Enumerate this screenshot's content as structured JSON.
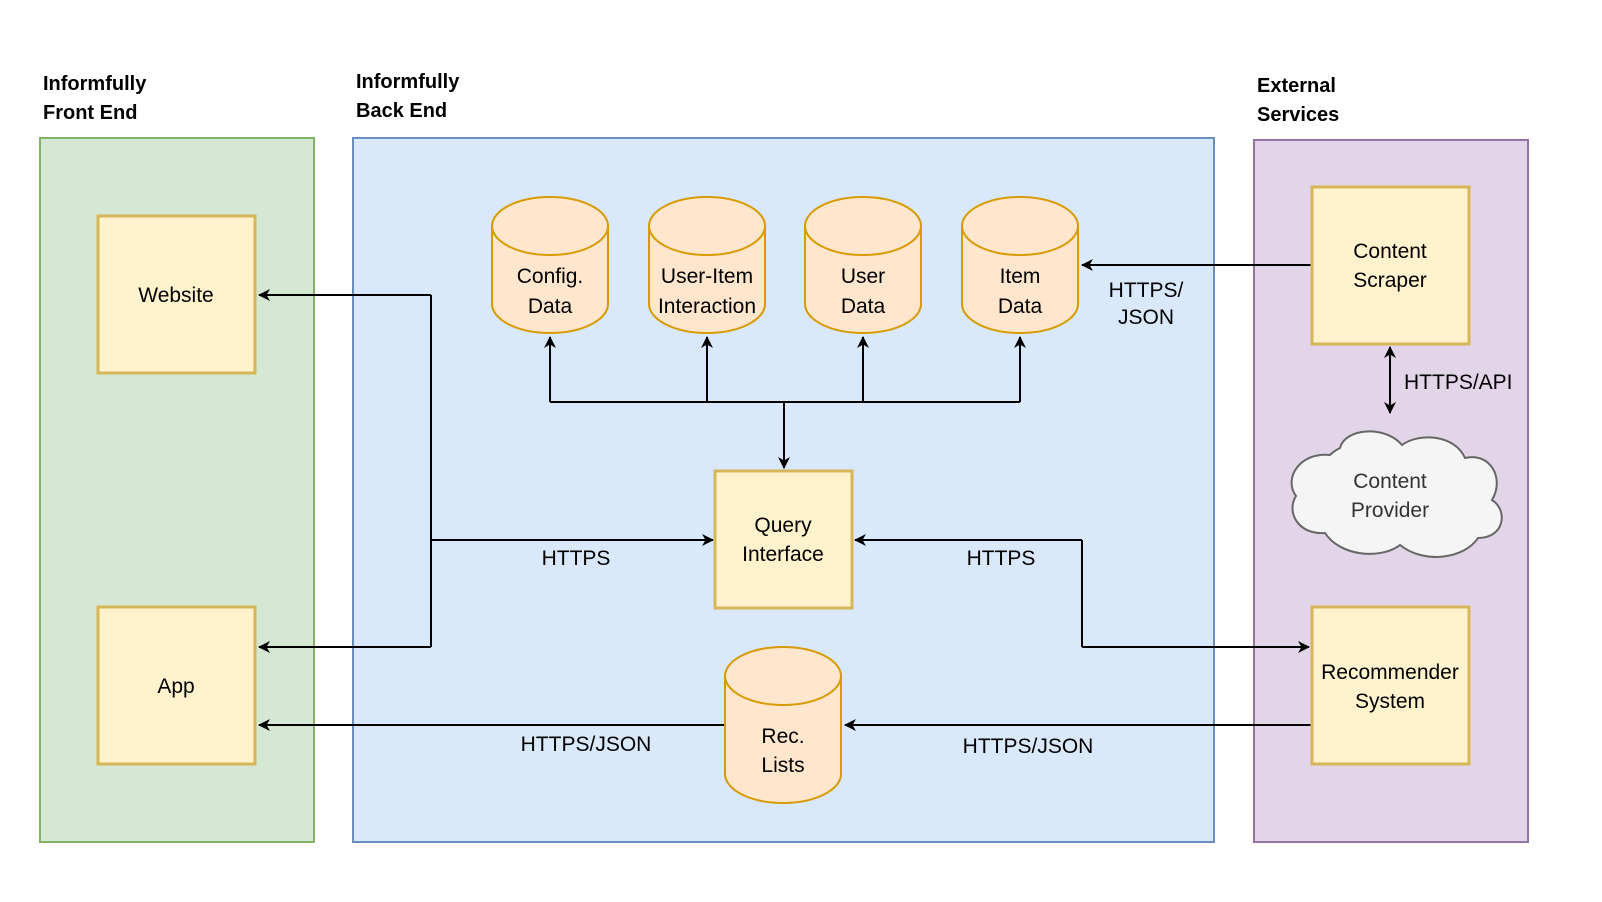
{
  "colors": {
    "frontend_fill": "#d5e8d4",
    "frontend_stroke": "#82b366",
    "backend_fill": "#dae8fc",
    "backend_stroke": "#6c8ebf",
    "external_fill": "#e1d5e7",
    "external_stroke": "#9673a6",
    "box_fill": "#fff2cc",
    "box_stroke": "#d6b656",
    "db_fill": "#ffe6cc",
    "db_stroke": "#d79b00",
    "cloud_fill": "#f5f5f5",
    "cloud_stroke": "#666666"
  },
  "sections": {
    "frontend": {
      "title_line1": "Informfully",
      "title_line2": "Front End"
    },
    "backend": {
      "title_line1": "Informfully",
      "title_line2": "Back End"
    },
    "external": {
      "title_line1": "External",
      "title_line2": "Services"
    }
  },
  "nodes": {
    "website": {
      "label": "Website"
    },
    "app": {
      "label": "App"
    },
    "config_db": {
      "line1": "Config.",
      "line2": "Data"
    },
    "interaction_db": {
      "line1": "User-Item",
      "line2": "Interaction"
    },
    "user_db": {
      "line1": "User",
      "line2": "Data"
    },
    "item_db": {
      "line1": "Item",
      "line2": "Data"
    },
    "query_interface": {
      "line1": "Query",
      "line2": "Interface"
    },
    "rec_lists_db": {
      "line1": "Rec.",
      "line2": "Lists"
    },
    "content_scraper": {
      "line1": "Content",
      "line2": "Scraper"
    },
    "content_provider": {
      "line1": "Content",
      "line2": "Provider"
    },
    "recommender": {
      "line1": "Recommender",
      "line2": "System"
    }
  },
  "edge_labels": {
    "scraper_to_item": {
      "line1": "HTTPS/",
      "line2": "JSON"
    },
    "scraper_provider": "HTTPS/API",
    "frontend_query": "HTTPS",
    "recommender_query": "HTTPS",
    "rec_to_app": "HTTPS/JSON",
    "recommender_to_rec": "HTTPS/JSON"
  }
}
